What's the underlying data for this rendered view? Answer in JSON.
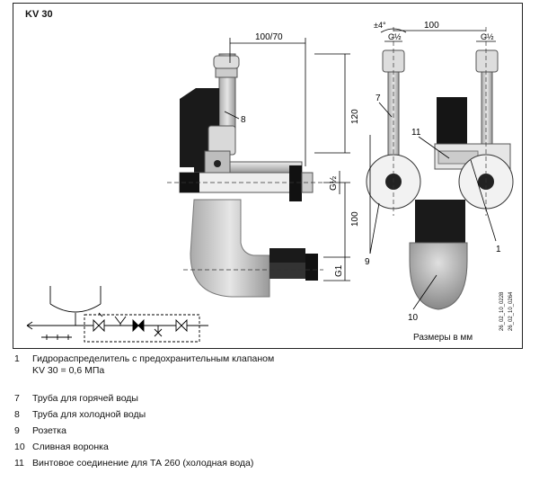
{
  "title": "KV 30",
  "dimensions": {
    "top_left": "100/70",
    "side_height": "120",
    "center_to_bottom": "100",
    "thread_half": "G½",
    "thread_one": "G1",
    "right_spacing": "100",
    "right_thread_left": "G½",
    "right_thread_right": "G½",
    "angle": "±4°"
  },
  "callouts": [
    "8",
    "7",
    "11",
    "9",
    "1",
    "10"
  ],
  "units_label": "Размеры в мм",
  "codes": [
    "26_02_10_0228",
    "26_02_10_0264"
  ],
  "legend": [
    {
      "num": "1",
      "text": "Гидрораспределитель с предохранительным клапаном\nKV 30 = 0,6 МПа"
    },
    {
      "num": "7",
      "text": "Труба для горячей воды"
    },
    {
      "num": "8",
      "text": "Труба для холодной воды"
    },
    {
      "num": "9",
      "text": "Розетка"
    },
    {
      "num": "10",
      "text": "Сливная воронка"
    },
    {
      "num": "11",
      "text": "Винтовое соединение для ТА 260 (холодная вода)"
    }
  ]
}
